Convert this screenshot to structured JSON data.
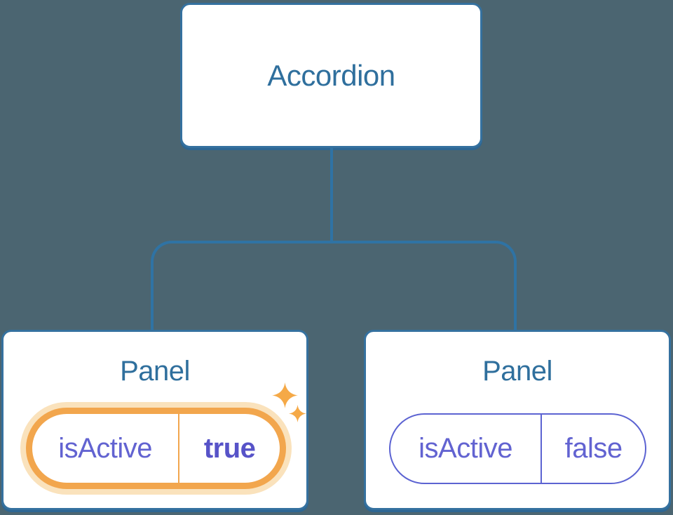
{
  "diagram": {
    "description": "Component tree diagram: an Accordion parent component with two Panel children, each holding an isActive state pill; the first Panel's state is highlighted",
    "root": {
      "label": "Accordion"
    },
    "children": [
      {
        "label": "Panel",
        "state": {
          "key": "isActive",
          "value": "true"
        },
        "highlighted": true
      },
      {
        "label": "Panel",
        "state": {
          "key": "isActive",
          "value": "false"
        },
        "highlighted": false
      }
    ]
  },
  "icons": {
    "sparkle_large": "sparkle-icon",
    "sparkle_small": "sparkle-icon"
  },
  "colors": {
    "background": "#4B6571",
    "node_background": "#FFFFFF",
    "node_border": "#35719F",
    "node_shadow": "#2D6693",
    "node_text": "#2F6F9D",
    "connector": "#2F73A4",
    "state_text": "#6263D1",
    "state_border": "#5C63D2",
    "state_value_active_text": "#5753C8",
    "highlight_ring": "#F2A64D",
    "highlight_glow": "#FAE2BC",
    "sparkle": "#F5A947"
  }
}
